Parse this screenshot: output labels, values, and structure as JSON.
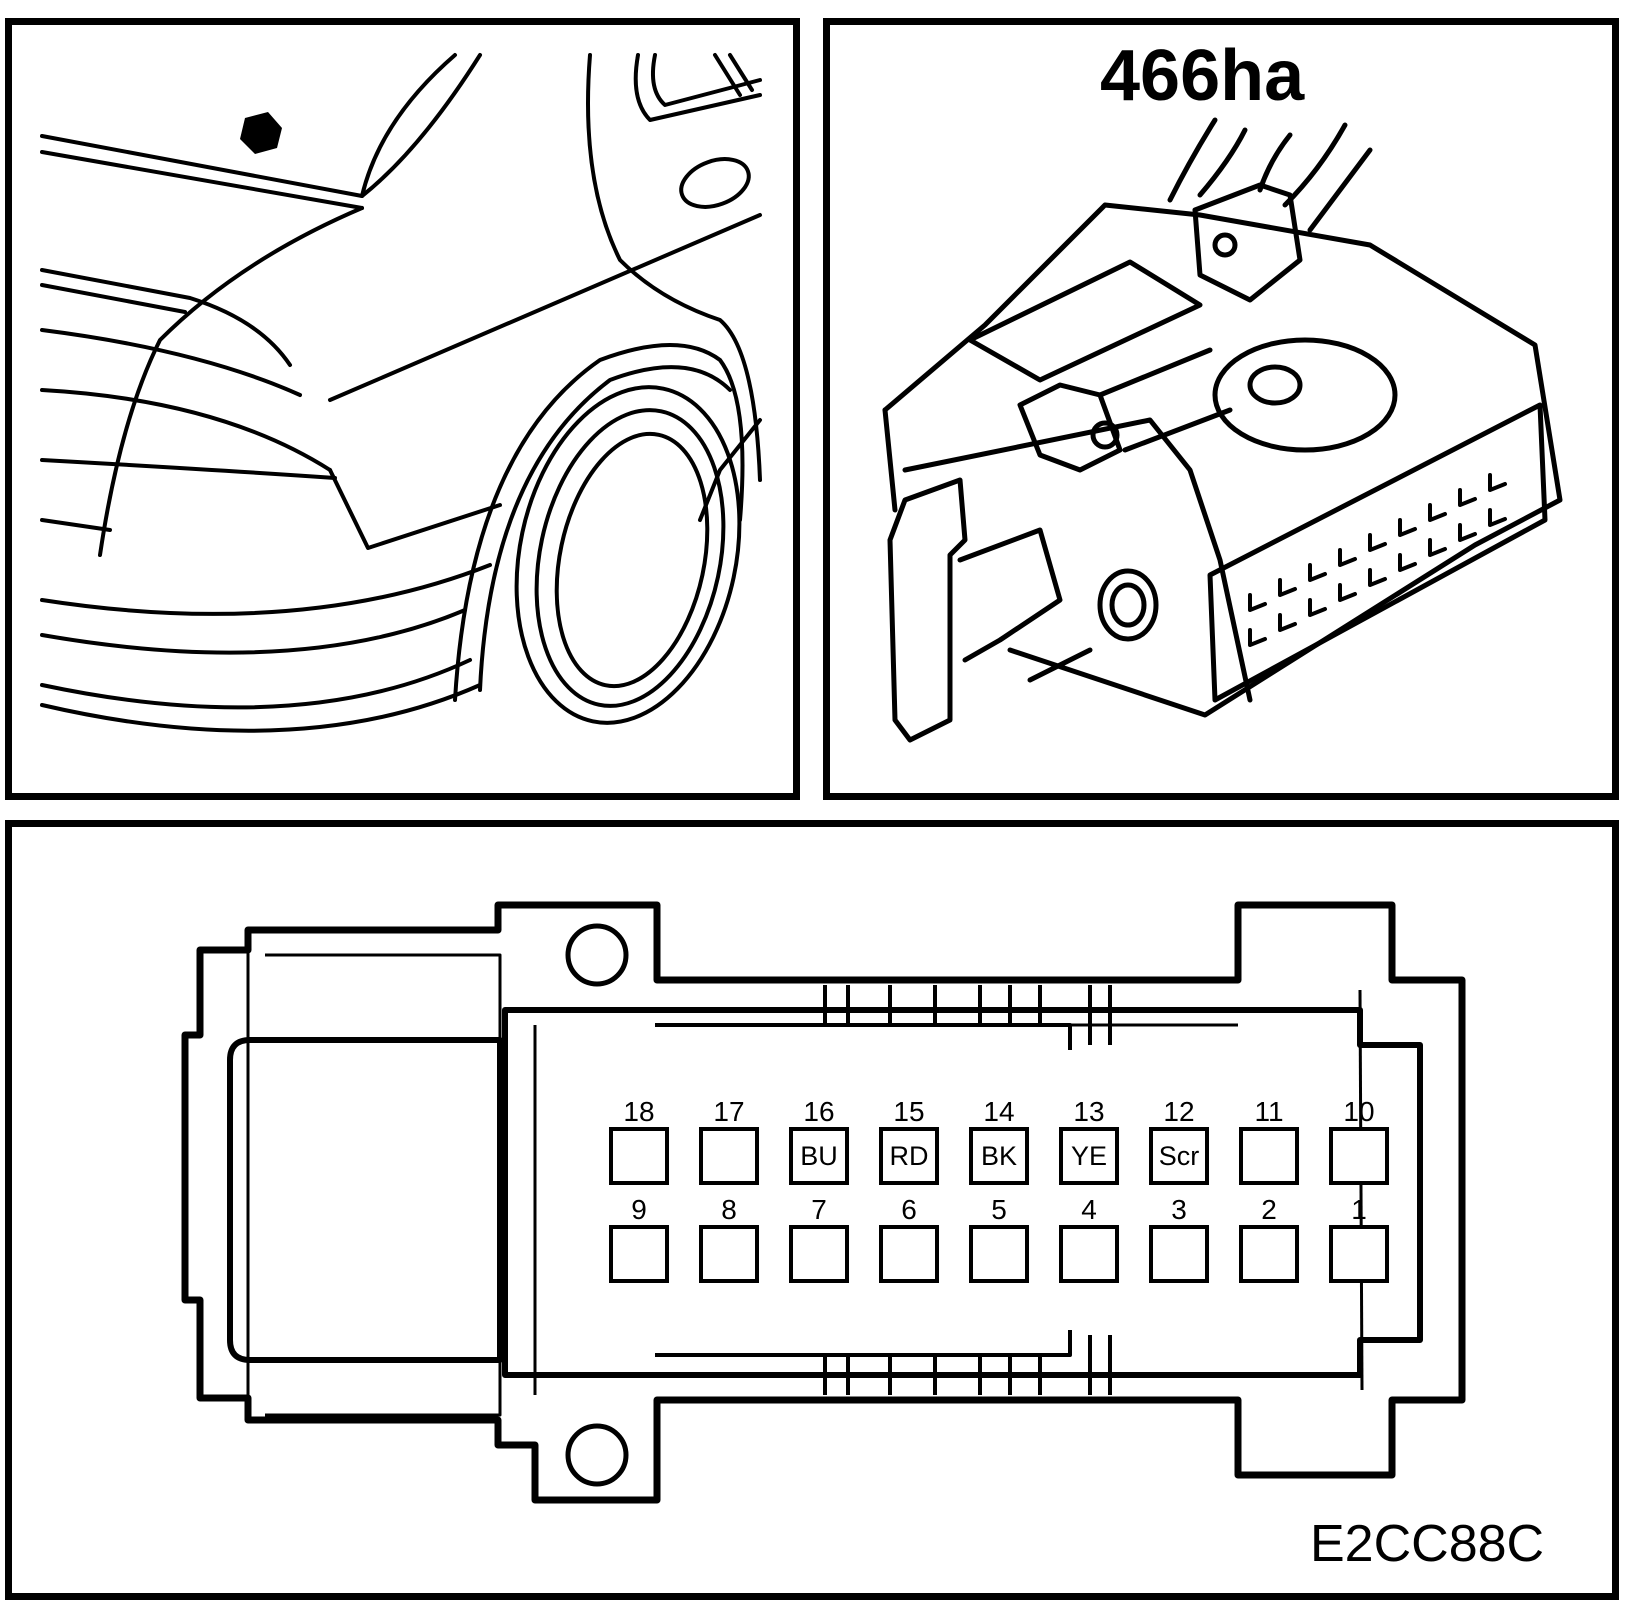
{
  "connector": {
    "id": "466ha",
    "diagram_code": "E2CC88C"
  },
  "pins": [
    {
      "num": "18",
      "label": ""
    },
    {
      "num": "17",
      "label": ""
    },
    {
      "num": "16",
      "label": "BU"
    },
    {
      "num": "15",
      "label": "RD"
    },
    {
      "num": "14",
      "label": "BK"
    },
    {
      "num": "13",
      "label": "YE"
    },
    {
      "num": "12",
      "label": "Scr"
    },
    {
      "num": "11",
      "label": ""
    },
    {
      "num": "10",
      "label": ""
    },
    {
      "num": "9",
      "label": ""
    },
    {
      "num": "8",
      "label": ""
    },
    {
      "num": "7",
      "label": ""
    },
    {
      "num": "6",
      "label": ""
    },
    {
      "num": "5",
      "label": ""
    },
    {
      "num": "4",
      "label": ""
    },
    {
      "num": "3",
      "label": ""
    },
    {
      "num": "2",
      "label": ""
    },
    {
      "num": "1",
      "label": ""
    }
  ],
  "colors": {
    "line": "#000000",
    "background": "#ffffff"
  }
}
